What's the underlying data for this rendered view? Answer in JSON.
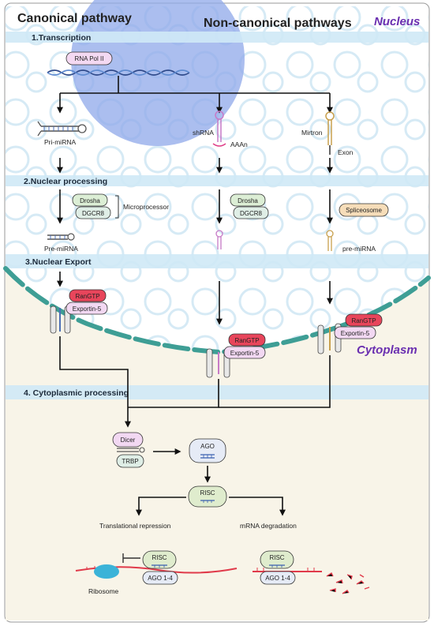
{
  "headers": {
    "canonical": "Canonical pathway",
    "non_canonical": "Non-canonical pathways",
    "nucleus": "Nucleus",
    "cytoplasm": "Cytoplasm"
  },
  "sections": {
    "transcription": "1.Transcription",
    "nuclear_processing": "2.Nuclear processing",
    "nuclear_export": "3.Nuclear Export",
    "cytoplasmic_processing": "4. Cytoplasmic processing"
  },
  "transcription": {
    "polymerase": "RNA Pol II",
    "pri_mirna": "Pri-miRNA",
    "shrna": "shRNA",
    "poly_a": "AAAn",
    "mirtron": "Mirtron",
    "exon": "Exon"
  },
  "processing": {
    "drosha": "Drosha",
    "dgcr8": "DGCR8",
    "microprocessor": "Microprocessor",
    "spliceosome": "Spliceosome",
    "pre_mirna_left": "Pre-miRNA",
    "pre_mirna_right": "pre-miRNA"
  },
  "export": {
    "rangtp": "RanGTP",
    "exportin": "Exportin-5"
  },
  "cytoplasm": {
    "dicer": "Dicer",
    "trbp": "TRBP",
    "ago": "AGO",
    "risc": "RISC",
    "translational_repression": "Translational repression",
    "mrna_degradation": "mRNA degradation",
    "ago_family": "AGO 1-4",
    "ribosome": "Ribosome"
  },
  "colors": {
    "section_band": "#cfe9f6",
    "cytoplasm_bg": "#f8f4e8",
    "membrane": "#3e9e95",
    "rangtp": "#e8455b",
    "exportin": "#f2d8f2",
    "drosha": "#dceed5",
    "dgcr8": "#dfeee6",
    "spliceosome": "#f6ddb9",
    "ago_box": "#e6ebf6",
    "risc_box": "#dfeccd",
    "nucleus_title": "#6a2fb0"
  }
}
